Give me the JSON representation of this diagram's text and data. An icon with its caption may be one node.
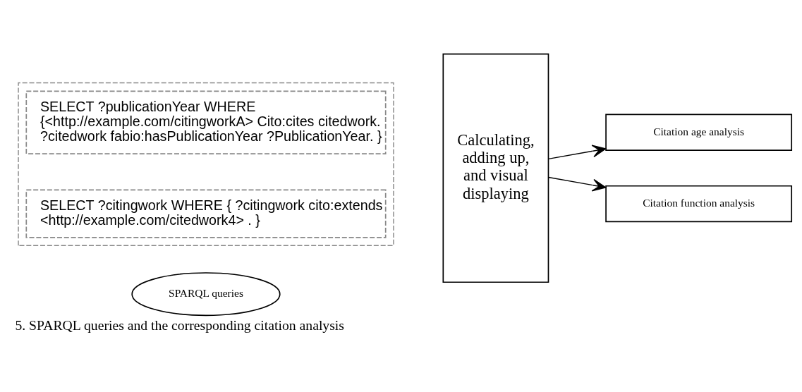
{
  "diagram": {
    "caption": "5. SPARQL queries and the corresponding citation analysis",
    "nodes": [
      {
        "text": [
          "SPARQL queries"
        ]
      },
      {
        "text": [],
        "shape": "box"
      },
      {
        "text": [
          "SELECT ?publicationYear WHERE {<http://example.com/citingworkA> Cito:cites citedwork. ?citedwork fabio:hasPublicationYear ?PublicationYear. }"
        ],
        "in": 1
      },
      {
        "text": [
          "SELECT ?citingwork WHERE { ?citingwork cito:extends <http://example.com/citedwork4> . }"
        ],
        "in": 1
      },
      {
        "text": [
          "Calculating, adding up, and visual displaying"
        ]
      },
      {
        "text": [
          "Citation age analysis"
        ]
      },
      {
        "text": [
          "Citation function analysis"
        ]
      }
    ],
    "edges": [
      {
        "from": 4,
        "to": 5,
        "arrow": "to"
      },
      {
        "from": 4,
        "to": 6,
        "arrow": "to"
      }
    ]
  }
}
